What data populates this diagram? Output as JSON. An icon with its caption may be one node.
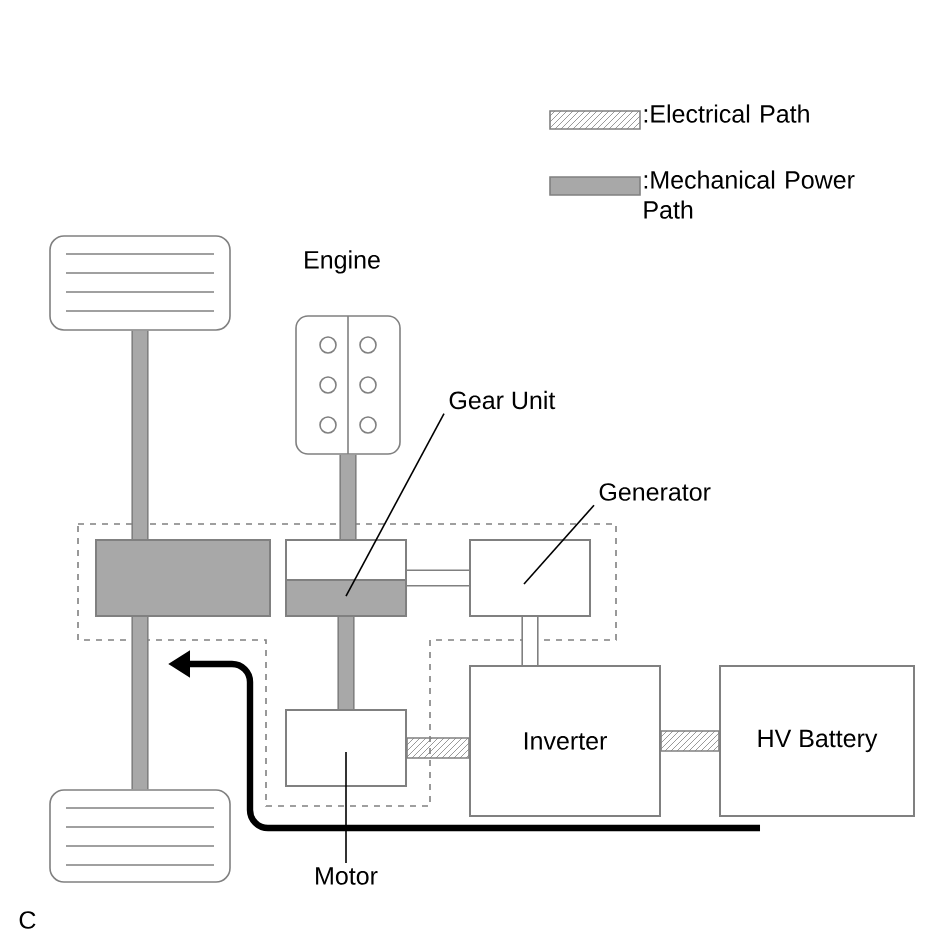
{
  "diagram": {
    "nodes": [
      {
        "text": [
          "Engine"
        ]
      },
      {
        "text": [],
        "shape": "box"
      },
      {
        "text": [],
        "shape": "box"
      },
      {
        "text": [],
        "shape": "box"
      },
      {
        "text": [],
        "shape": "box"
      },
      {
        "text": [],
        "shape": "box"
      },
      {
        "text": [],
        "shape": "box"
      },
      {
        "text": [
          "Gear Unit"
        ]
      },
      {
        "text": [
          "Generator"
        ]
      },
      {
        "text": [
          "Inverter"
        ]
      },
      {
        "text": [
          "HV Battery"
        ]
      },
      {
        "text": [
          "Motor"
        ]
      }
    ],
    "edges": [
      {
        "from": 1,
        "to": 3,
        "arrow": "none"
      },
      {
        "from": 3,
        "to": 2,
        "arrow": "none"
      },
      {
        "from": 0,
        "to": 4,
        "arrow": "none"
      },
      {
        "from": 4,
        "to": 6,
        "arrow": "none"
      },
      {
        "from": 4,
        "to": 5,
        "arrow": "none"
      },
      {
        "from": 5,
        "to": 9,
        "arrow": "none"
      },
      {
        "from": 6,
        "to": 9,
        "arrow": "none",
        "style": "dashed"
      },
      {
        "from": 9,
        "to": 10,
        "arrow": "none",
        "style": "dashed"
      },
      {
        "from": 7,
        "to": 4,
        "arrow": "none",
        "color": "#000000"
      },
      {
        "from": 8,
        "to": 5,
        "arrow": "none",
        "color": "#000000"
      },
      {
        "from": 11,
        "to": 6,
        "arrow": "none",
        "color": "#000000"
      }
    ],
    "labels": [
      "C"
    ],
    "legend": [
      {
        "text": ":Electrical Path"
      },
      {
        "text": ":Mechanical Power Path",
        "color": "#a8a8a8"
      }
    ]
  }
}
